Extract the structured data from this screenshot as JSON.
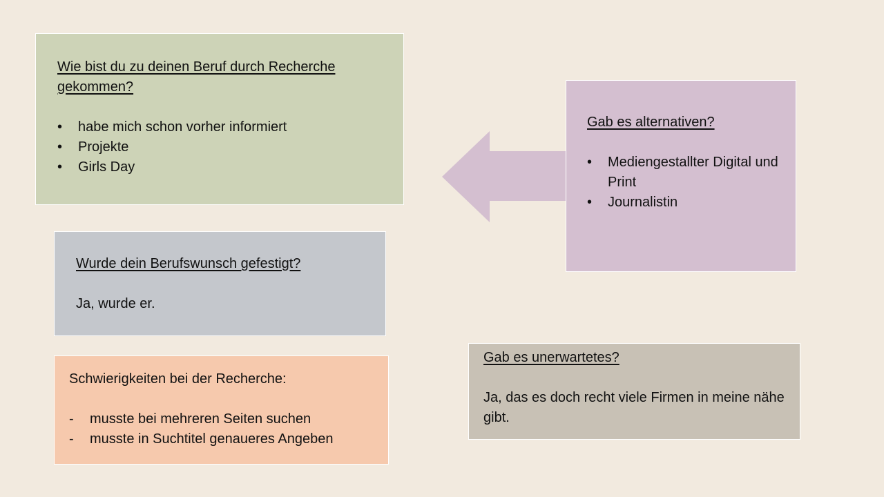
{
  "boxes": {
    "recherche": {
      "heading": "Wie bist du zu deinen Beruf durch Recherche gekommen?",
      "items": [
        "habe mich schon vorher informiert",
        "Projekte",
        "Girls Day"
      ],
      "bullet": "•"
    },
    "gefestigt": {
      "heading": "Wurde dein Berufswunsch gefestigt?",
      "answer": "Ja, wurde er."
    },
    "schwierigkeiten": {
      "heading": "Schwierigkeiten bei der Recherche:",
      "items": [
        "musste bei mehreren Seiten suchen",
        "musste in Suchtitel genaueres Angeben"
      ],
      "bullet": "-"
    },
    "alternativen": {
      "heading": "Gab es alternativen?",
      "items": [
        "Mediengestallter Digital und Print",
        "Journalistin"
      ],
      "bullet": "•"
    },
    "unerwartet": {
      "heading": "Gab es unerwartetes?",
      "answer": "Ja, das es doch recht viele Firmen in meine nähe gibt."
    }
  },
  "colors": {
    "background": "#f2eadf",
    "recherche": "#cdd3b7",
    "gefestigt": "#c4c7cc",
    "schwierigkeiten": "#f6c9ad",
    "alternativen": "#d4bfd0",
    "unerwartet": "#c8c1b5"
  }
}
